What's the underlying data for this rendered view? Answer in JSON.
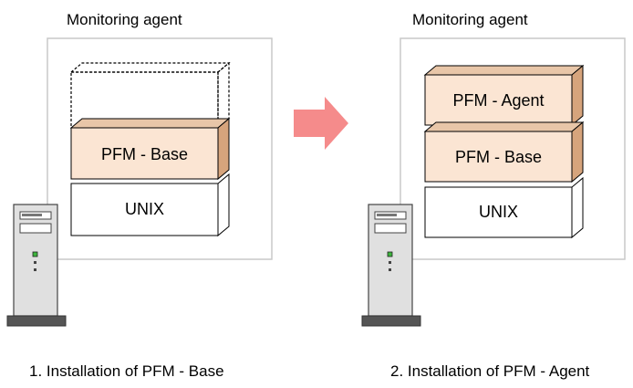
{
  "left": {
    "title": "Monitoring agent",
    "layers": {
      "base": "PFM - Base",
      "os": "UNIX"
    },
    "caption": "1. Installation of PFM - Base"
  },
  "right": {
    "title": "Monitoring agent",
    "layers": {
      "agent": "PFM - Agent",
      "base": "PFM - Base",
      "os": "UNIX"
    },
    "caption": "2. Installation of PFM - Agent"
  },
  "colors": {
    "frame": "#c8c8c8",
    "layer_fill": "#fbe5d3",
    "layer_side": "#d6a47c",
    "os_fill": "#ffffff",
    "arrow": "#f58b8b",
    "server_body": "#e0e0e0",
    "server_base": "#555555"
  },
  "icons": [
    "server-icon",
    "arrow-right-icon"
  ]
}
